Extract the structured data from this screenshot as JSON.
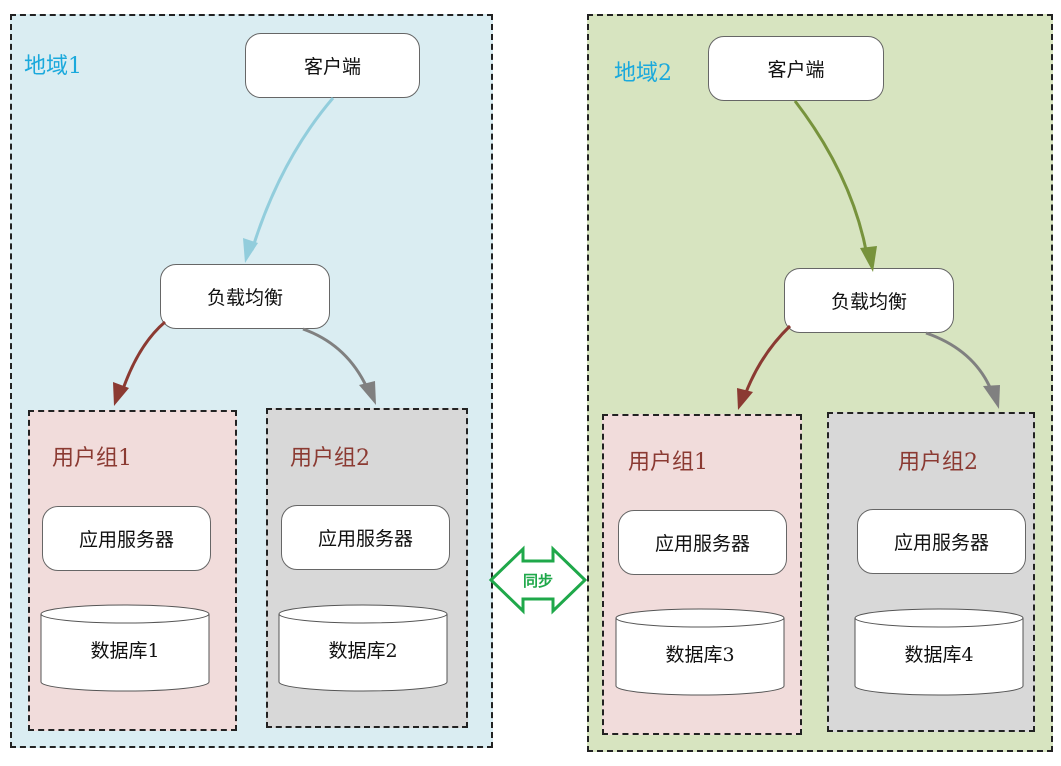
{
  "colors": {
    "region1_bg": "#daedf2",
    "region2_bg": "#d7e4c0",
    "group1_bg": "#f1dcdb",
    "group2_bg": "#d8d8d8",
    "region_title": "#1aa9dc",
    "group_title": "#8b3a32",
    "arrow_region1_client": "#92cddc",
    "arrow_region2_client": "#77933c",
    "arrow_group1": "#8b3a32",
    "arrow_group2": "#808080",
    "sync": "#1fa84a"
  },
  "regions": [
    {
      "title": "地域1",
      "client": "客户端",
      "load_balancer": "负载均衡",
      "groups": [
        {
          "title": "用户组1",
          "server": "应用服务器",
          "database": "数据库1"
        },
        {
          "title": "用户组2",
          "server": "应用服务器",
          "database": "数据库2"
        }
      ]
    },
    {
      "title": "地域2",
      "client": "客户端",
      "load_balancer": "负载均衡",
      "groups": [
        {
          "title": "用户组1",
          "server": "应用服务器",
          "database": "数据库3"
        },
        {
          "title": "用户组2",
          "server": "应用服务器",
          "database": "数据库4"
        }
      ]
    }
  ],
  "sync": {
    "label": "同步"
  }
}
